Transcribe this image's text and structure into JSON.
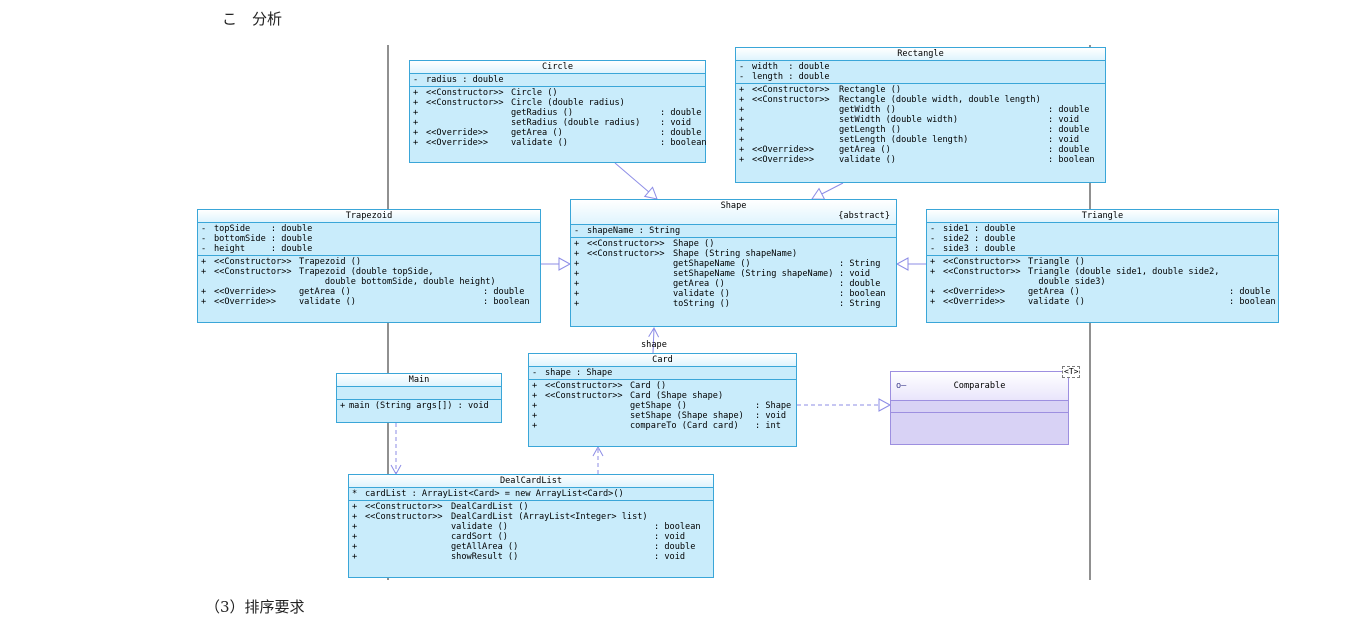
{
  "fragments": {
    "top": "こ　分析",
    "bottom": "（3）排序要求"
  },
  "role_label": "shape",
  "classes": {
    "circle": {
      "name": "Circle",
      "attributes": [
        {
          "vis": "-",
          "text": "radius : double"
        }
      ],
      "operations": [
        {
          "vis": "+",
          "stereo": "<<Constructor>>",
          "name": "Circle ()",
          "type": ""
        },
        {
          "vis": "+",
          "stereo": "<<Constructor>>",
          "name": "Circle (double radius)",
          "type": ""
        },
        {
          "vis": "+",
          "stereo": "",
          "name": "getRadius ()",
          "type": ": double"
        },
        {
          "vis": "+",
          "stereo": "",
          "name": "setRadius (double radius)",
          "type": ": void"
        },
        {
          "vis": "+",
          "stereo": "<<Override>>",
          "name": "getArea ()",
          "type": ": double"
        },
        {
          "vis": "+",
          "stereo": "<<Override>>",
          "name": "validate ()",
          "type": ": boolean"
        }
      ]
    },
    "rectangle": {
      "name": "Rectangle",
      "attributes": [
        {
          "vis": "-",
          "text": "width  : double"
        },
        {
          "vis": "-",
          "text": "length : double"
        }
      ],
      "operations": [
        {
          "vis": "+",
          "stereo": "<<Constructor>>",
          "name": "Rectangle ()",
          "type": ""
        },
        {
          "vis": "+",
          "stereo": "<<Constructor>>",
          "name": "Rectangle (double width, double length)",
          "type": ""
        },
        {
          "vis": "+",
          "stereo": "",
          "name": "getWidth ()",
          "type": ": double"
        },
        {
          "vis": "+",
          "stereo": "",
          "name": "setWidth (double width)",
          "type": ": void"
        },
        {
          "vis": "+",
          "stereo": "",
          "name": "getLength ()",
          "type": ": double"
        },
        {
          "vis": "+",
          "stereo": "",
          "name": "setLength (double length)",
          "type": ": void"
        },
        {
          "vis": "+",
          "stereo": "<<Override>>",
          "name": "getArea ()",
          "type": ": double"
        },
        {
          "vis": "+",
          "stereo": "<<Override>>",
          "name": "validate ()",
          "type": ": boolean"
        }
      ]
    },
    "shape": {
      "name": "Shape",
      "stereotype": "{abstract}",
      "attributes": [
        {
          "vis": "-",
          "text": "shapeName : String"
        }
      ],
      "operations": [
        {
          "vis": "+",
          "stereo": "<<Constructor>>",
          "name": "Shape ()",
          "type": ""
        },
        {
          "vis": "+",
          "stereo": "<<Constructor>>",
          "name": "Shape (String shapeName)",
          "type": ""
        },
        {
          "vis": "+",
          "stereo": "",
          "name": "getShapeName ()",
          "type": ": String"
        },
        {
          "vis": "+",
          "stereo": "",
          "name": "setShapeName (String shapeName)",
          "type": ": void"
        },
        {
          "vis": "+",
          "stereo": "",
          "name": "getArea ()",
          "type": ": double"
        },
        {
          "vis": "+",
          "stereo": "",
          "name": "validate ()",
          "type": ": boolean"
        },
        {
          "vis": "+",
          "stereo": "",
          "name": "toString ()",
          "type": ": String"
        }
      ]
    },
    "trapezoid": {
      "name": "Trapezoid",
      "attributes": [
        {
          "vis": "-",
          "text": "topSide    : double"
        },
        {
          "vis": "-",
          "text": "bottomSide : double"
        },
        {
          "vis": "-",
          "text": "height     : double"
        }
      ],
      "operations": [
        {
          "vis": "+",
          "stereo": "<<Constructor>>",
          "name": "Trapezoid ()",
          "type": ""
        },
        {
          "vis": "+",
          "stereo": "<<Constructor>>",
          "name": "Trapezoid (double topSide,",
          "type": ""
        },
        {
          "vis": "",
          "stereo": "",
          "name": "     double bottomSide, double height)",
          "type": ""
        },
        {
          "vis": "+",
          "stereo": "<<Override>>",
          "name": "getArea ()",
          "type": ": double"
        },
        {
          "vis": "+",
          "stereo": "<<Override>>",
          "name": "validate ()",
          "type": ": boolean"
        }
      ]
    },
    "triangle": {
      "name": "Triangle",
      "attributes": [
        {
          "vis": "-",
          "text": "side1 : double"
        },
        {
          "vis": "-",
          "text": "side2 : double"
        },
        {
          "vis": "-",
          "text": "side3 : double"
        }
      ],
      "operations": [
        {
          "vis": "+",
          "stereo": "<<Constructor>>",
          "name": "Triangle ()",
          "type": ""
        },
        {
          "vis": "+",
          "stereo": "<<Constructor>>",
          "name": "Triangle (double side1, double side2,",
          "type": ""
        },
        {
          "vis": "",
          "stereo": "",
          "name": "  double side3)",
          "type": ""
        },
        {
          "vis": "+",
          "stereo": "<<Override>>",
          "name": "getArea ()",
          "type": ": double"
        },
        {
          "vis": "+",
          "stereo": "<<Override>>",
          "name": "validate ()",
          "type": ": boolean"
        }
      ]
    },
    "main": {
      "name": "Main",
      "operations": [
        {
          "vis": "+",
          "stereo": "",
          "name": "main (String args[]) : void",
          "type": ""
        }
      ]
    },
    "card": {
      "name": "Card",
      "attributes": [
        {
          "vis": "-",
          "text": "shape : Shape"
        }
      ],
      "operations": [
        {
          "vis": "+",
          "stereo": "<<Constructor>>",
          "name": "Card ()",
          "type": ""
        },
        {
          "vis": "+",
          "stereo": "<<Constructor>>",
          "name": "Card (Shape shape)",
          "type": ""
        },
        {
          "vis": "+",
          "stereo": "",
          "name": "getShape ()",
          "type": ": Shape"
        },
        {
          "vis": "+",
          "stereo": "",
          "name": "setShape (Shape shape)",
          "type": ": void"
        },
        {
          "vis": "+",
          "stereo": "",
          "name": "compareTo (Card card)",
          "type": ": int"
        }
      ]
    },
    "dealcardlist": {
      "name": "DealCardList",
      "attributes": [
        {
          "vis": "*",
          "text": "cardList : ArrayList<Card> = new ArrayList<Card>()"
        }
      ],
      "operations": [
        {
          "vis": "+",
          "stereo": "<<Constructor>>",
          "name": "DealCardList ()",
          "type": ""
        },
        {
          "vis": "+",
          "stereo": "<<Constructor>>",
          "name": "DealCardList (ArrayList<Integer> list)",
          "type": ""
        },
        {
          "vis": "+",
          "stereo": "",
          "name": "validate ()",
          "type": ": boolean"
        },
        {
          "vis": "+",
          "stereo": "",
          "name": "cardSort ()",
          "type": ": void"
        },
        {
          "vis": "+",
          "stereo": "",
          "name": "getAllArea ()",
          "type": ": double"
        },
        {
          "vis": "+",
          "stereo": "",
          "name": "showResult ()",
          "type": ": void"
        }
      ]
    }
  },
  "interfaces": {
    "comparable": {
      "name": "Comparable",
      "type_param": "<T>",
      "icon": "interface-lollipop-icon"
    }
  },
  "colors": {
    "class_fill": "#c9ecfb",
    "class_border": "#3aa6d8",
    "interface_fill": "#d8d2f5",
    "interface_border": "#9d8fe0",
    "connector": "#8c8ce6"
  }
}
